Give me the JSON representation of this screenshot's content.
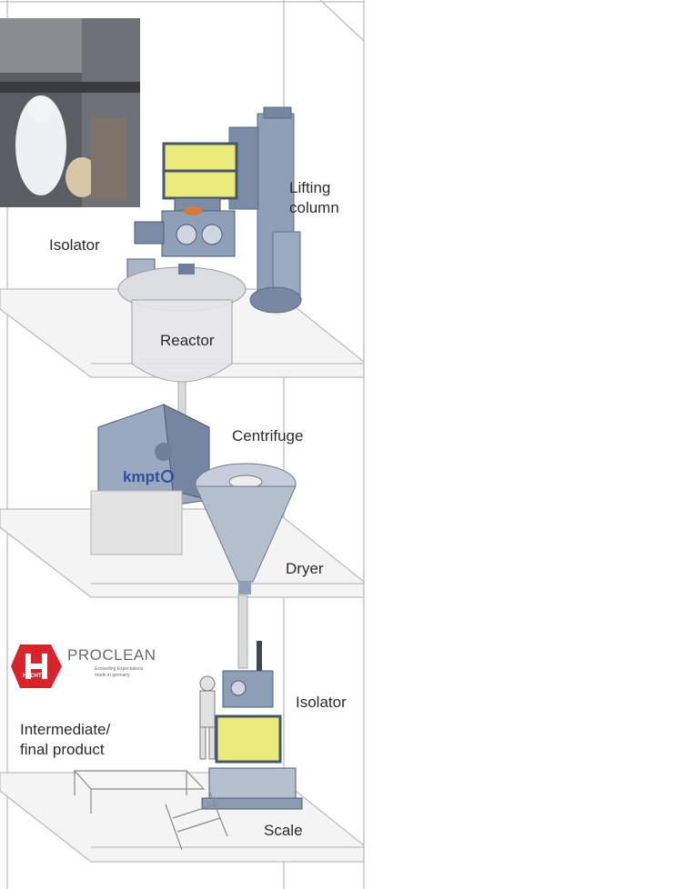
{
  "labels": {
    "lifting_column": [
      "Lifting",
      "column"
    ],
    "isolator_top": "Isolator",
    "reactor": "Reactor",
    "centrifuge": "Centrifuge",
    "dryer": "Dryer",
    "isolator_bottom": "Isolator",
    "intermediate": [
      "Intermediate/",
      "final product"
    ],
    "scale": "Scale"
  },
  "logos": {
    "kmpt": "kmpt",
    "proclean": "PROCLEAN",
    "hecht_small": "HECHT",
    "proclean_tagline": [
      "Exceeding Expectations",
      "made in germany"
    ]
  },
  "colors": {
    "equipment_blue": "#8f9fb7",
    "equipment_dark": "#5d6c82",
    "yellow_container": "#e9ea7a",
    "floor_line": "#bcbcbc",
    "reactor_glass": "#e6e6e8",
    "hecht_red": "#d8232a",
    "kmpt_blue": "#2e4fa0"
  },
  "icons": [
    "cleanroom-operator-photo",
    "hecht-logo-icon",
    "kmpt-logo-icon",
    "operator-figure-icon"
  ]
}
